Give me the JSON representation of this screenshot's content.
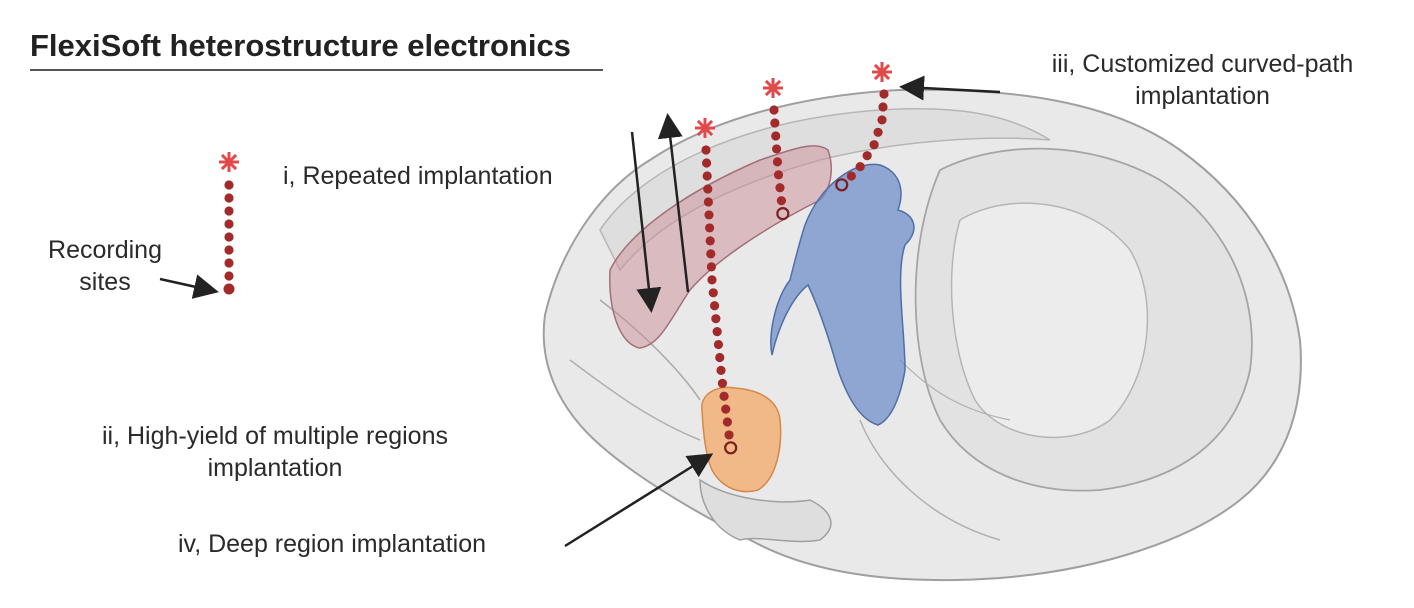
{
  "figure": {
    "title": "FlexiSoft heterostructure electronics",
    "labels": {
      "recording_line1": "Recording",
      "recording_line2": "sites",
      "repeated": "i, Repeated implantation",
      "high_yield_line1": "ii, High-yield of multiple regions",
      "high_yield_line2": "implantation",
      "curved_line1": "iii, Customized curved-path",
      "curved_line2": "implantation",
      "deep": "iv, Deep region implantation"
    },
    "colors": {
      "electrode": "#a32a2a",
      "tip_star": "#e04a4a",
      "pink_region": "#c98d98",
      "blue_region": "#6f8fc8",
      "orange_region": "#f2a866",
      "brain_fill": "#e6e6e6",
      "brain_stroke": "#9a9a9a",
      "arrow": "#222222"
    }
  }
}
